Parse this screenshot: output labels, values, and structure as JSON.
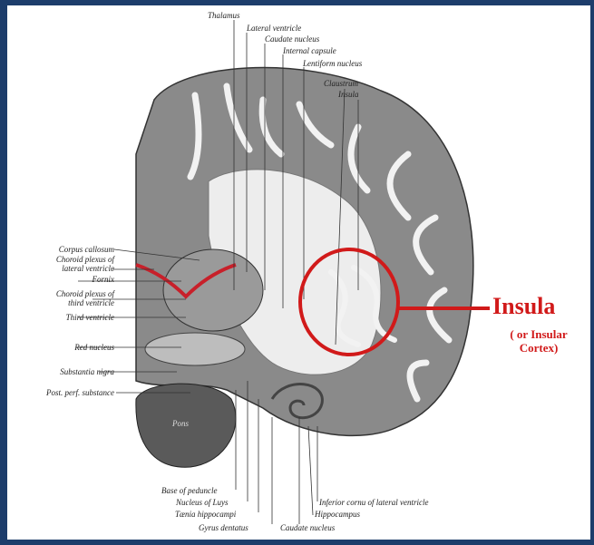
{
  "labels": {
    "thalamus": "Thalamus",
    "lateral_ventricle": "Lateral ventricle",
    "caudate_nucleus_top": "Caudate nucleus",
    "internal_capsule": "Internal capsule",
    "lentiform_nucleus": "Lentiform nucleus",
    "claustrum": "Claustrum",
    "insula_small": "Insula",
    "corpus_callosum": "Corpus callosum",
    "choroid_lateral_1": "Choroid plexus of",
    "choroid_lateral_2": "lateral ventricle",
    "fornix": "Fornix",
    "choroid_third_1": "Choroid plexus of",
    "choroid_third_2": "third ventricle",
    "third_ventricle": "Third ventricle",
    "red_nucleus": "Red nucleus",
    "substantia_nigra": "Substantia nigra",
    "post_perf": "Post. perf. substance",
    "pons": "Pons",
    "base_of_peduncle": "Base of peduncle",
    "nucleus_of_luys": "Nucleus of Luys",
    "taenia": "Tænia hippocampi",
    "gyrus_dentatus": "Gyrus dentatus",
    "caudate_nucleus_bottom": "Caudate nucleus",
    "inferior_cornu": "Inferior cornu of lateral ventricle",
    "hippocampus": "Hippocampus"
  },
  "callout": {
    "title": "Insula",
    "subtitle_line1": "( or Insular",
    "subtitle_line2": "Cortex)"
  },
  "colors": {
    "frame": "#1d3d6b",
    "highlight": "#d11a1a",
    "tissue_dark": "#555555",
    "tissue_light": "#d8d8d8"
  }
}
